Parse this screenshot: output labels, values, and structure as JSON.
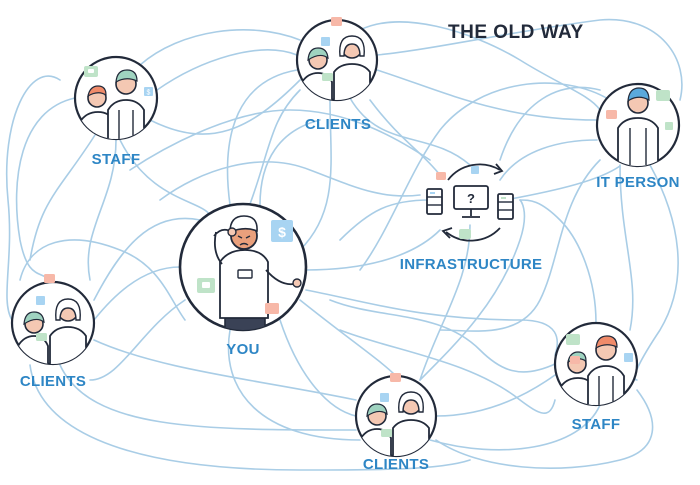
{
  "title": "THE OLD WAY",
  "colors": {
    "ink": "#222a3a",
    "label": "#2e86c5",
    "wire": "#a9cde6",
    "skin": "#f4c8b3",
    "hair_green": "#9fd3c0",
    "hair_blue": "#5aa9dc",
    "hair_orange": "#f08b6a",
    "sticker_green": "#bfe3c8",
    "sticker_blue": "#a8d4f2",
    "sticker_pink": "#f7b8a8",
    "face_stressed": "#e9a07c"
  },
  "nodes": {
    "staff_top": {
      "label": "STAFF"
    },
    "clients_top": {
      "label": "CLIENTS"
    },
    "it_person": {
      "label": "IT PERSON"
    },
    "infrastructure": {
      "label": "INFRASTRUCTURE",
      "screen_symbol": "?"
    },
    "you": {
      "label": "YOU",
      "sticker_symbol": "$"
    },
    "clients_left": {
      "label": "CLIENTS"
    },
    "clients_bottom": {
      "label": "CLIENTS"
    },
    "staff_right": {
      "label": "STAFF"
    }
  },
  "icons": {
    "dollar": "$"
  }
}
